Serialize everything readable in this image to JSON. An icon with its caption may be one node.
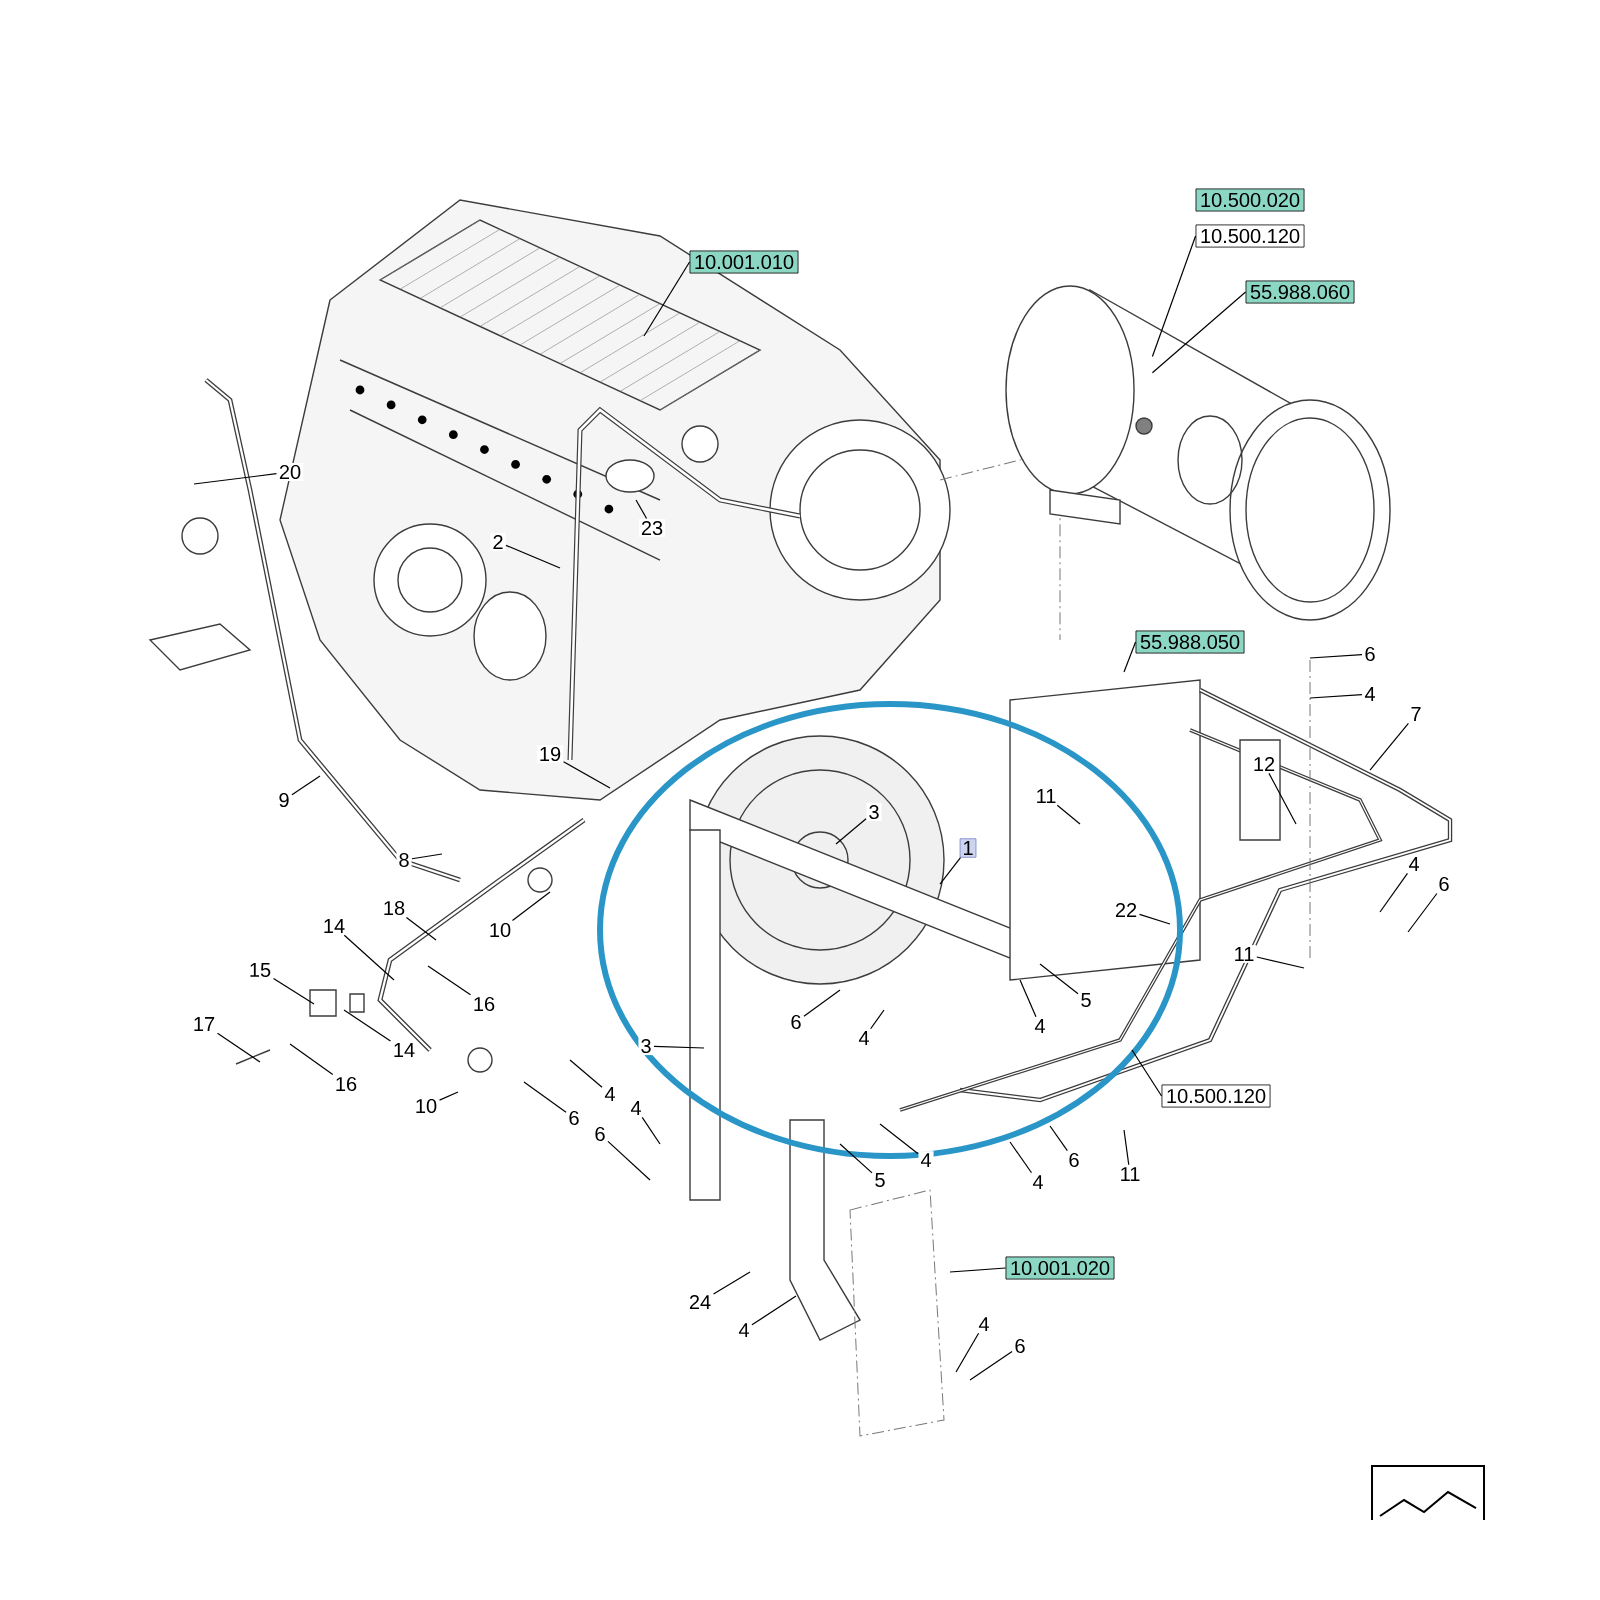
{
  "diagram": {
    "nodes": [
      {
        "text": [
          "10.001.010"
        ]
      },
      {
        "text": [
          "10.500.020"
        ]
      },
      {
        "text": [
          "10.500.120"
        ]
      },
      {
        "text": [
          "55.988.060"
        ]
      },
      {
        "text": [
          "20"
        ]
      },
      {
        "text": [
          "23"
        ]
      },
      {
        "text": [
          "2"
        ]
      },
      {
        "text": [
          "55.988.050"
        ]
      },
      {
        "text": [
          "6"
        ]
      },
      {
        "text": [
          "4"
        ]
      },
      {
        "text": [
          "7"
        ]
      },
      {
        "text": [
          "19"
        ]
      },
      {
        "text": [
          "12"
        ]
      },
      {
        "text": [
          "9"
        ]
      },
      {
        "text": [
          "11"
        ]
      },
      {
        "text": [
          "3"
        ]
      },
      {
        "text": [
          "1"
        ]
      },
      {
        "text": [
          "8"
        ]
      },
      {
        "text": [
          "4"
        ]
      },
      {
        "text": [
          "6"
        ]
      },
      {
        "text": [
          "22"
        ]
      },
      {
        "text": [
          "18"
        ]
      },
      {
        "text": [
          "14"
        ]
      },
      {
        "text": [
          "10"
        ]
      },
      {
        "text": [
          "11"
        ]
      },
      {
        "text": [
          "15"
        ]
      },
      {
        "text": [
          "5"
        ]
      },
      {
        "text": [
          "16"
        ]
      },
      {
        "text": [
          "6"
        ]
      },
      {
        "text": [
          "17"
        ]
      },
      {
        "text": [
          "4"
        ]
      },
      {
        "text": [
          "4"
        ]
      },
      {
        "text": [
          "3"
        ]
      },
      {
        "text": [
          "14"
        ]
      },
      {
        "text": [
          "16"
        ]
      },
      {
        "text": [
          "4"
        ]
      },
      {
        "text": [
          "10.500.120"
        ]
      },
      {
        "text": [
          "4"
        ]
      },
      {
        "text": [
          "10"
        ]
      },
      {
        "text": [
          "6"
        ]
      },
      {
        "text": [
          "6"
        ]
      },
      {
        "text": [
          "4"
        ]
      },
      {
        "text": [
          "6"
        ]
      },
      {
        "text": [
          "4"
        ]
      },
      {
        "text": [
          "11"
        ]
      },
      {
        "text": [
          "5"
        ]
      },
      {
        "text": [
          "10.001.020"
        ]
      },
      {
        "text": [
          "24"
        ]
      },
      {
        "text": [
          "4"
        ]
      },
      {
        "text": [
          "4"
        ]
      },
      {
        "text": [
          "6"
        ]
      },
      {
        "text": [],
        "shape": "picture"
      }
    ],
    "edges": [
      {
        "from": 0,
        "to": null,
        "arrow": "none"
      },
      {
        "from": 2,
        "to": 51,
        "arrow": "none"
      },
      {
        "from": 3,
        "to": 51,
        "arrow": "none"
      },
      {
        "from": 4,
        "to": null,
        "arrow": "none"
      },
      {
        "from": 5,
        "to": null,
        "arrow": "none"
      },
      {
        "from": 6,
        "to": null,
        "arrow": "none"
      },
      {
        "from": 7,
        "to": null,
        "arrow": "none"
      },
      {
        "from": 8,
        "to": null,
        "arrow": "none"
      },
      {
        "from": 9,
        "to": null,
        "arrow": "none"
      },
      {
        "from": 10,
        "to": null,
        "arrow": "none"
      },
      {
        "from": 11,
        "to": null,
        "arrow": "none"
      },
      {
        "from": 12,
        "to": null,
        "arrow": "none"
      },
      {
        "from": 13,
        "to": null,
        "arrow": "none"
      },
      {
        "from": 14,
        "to": null,
        "arrow": "none"
      },
      {
        "from": 15,
        "to": null,
        "arrow": "none"
      },
      {
        "from": 16,
        "to": null,
        "arrow": "none"
      },
      {
        "from": 17,
        "to": null,
        "arrow": "none"
      },
      {
        "from": 18,
        "to": null,
        "arrow": "none"
      },
      {
        "from": 19,
        "to": null,
        "arrow": "none"
      },
      {
        "from": 20,
        "to": null,
        "arrow": "none"
      },
      {
        "from": 21,
        "to": null,
        "arrow": "none"
      },
      {
        "from": 22,
        "to": null,
        "arrow": "none"
      },
      {
        "from": 23,
        "to": null,
        "arrow": "none"
      },
      {
        "from": 24,
        "to": null,
        "arrow": "none"
      },
      {
        "from": 25,
        "to": null,
        "arrow": "none"
      },
      {
        "from": 26,
        "to": null,
        "arrow": "none"
      },
      {
        "from": 27,
        "to": null,
        "arrow": "none"
      },
      {
        "from": 28,
        "to": null,
        "arrow": "none"
      },
      {
        "from": 29,
        "to": null,
        "arrow": "none"
      },
      {
        "from": 30,
        "to": null,
        "arrow": "none"
      },
      {
        "from": 31,
        "to": null,
        "arrow": "none"
      },
      {
        "from": 32,
        "to": null,
        "arrow": "none"
      },
      {
        "from": 33,
        "to": null,
        "arrow": "none"
      },
      {
        "from": 34,
        "to": null,
        "arrow": "none"
      },
      {
        "from": 35,
        "to": null,
        "arrow": "none"
      },
      {
        "from": 36,
        "to": null,
        "arrow": "none"
      },
      {
        "from": 37,
        "to": null,
        "arrow": "none"
      },
      {
        "from": 38,
        "to": null,
        "arrow": "none"
      },
      {
        "from": 39,
        "to": null,
        "arrow": "none"
      },
      {
        "from": 40,
        "to": null,
        "arrow": "none"
      },
      {
        "from": 41,
        "to": null,
        "arrow": "none"
      },
      {
        "from": 42,
        "to": null,
        "arrow": "none"
      },
      {
        "from": 43,
        "to": null,
        "arrow": "none"
      },
      {
        "from": 44,
        "to": null,
        "arrow": "none"
      },
      {
        "from": 45,
        "to": null,
        "arrow": "none"
      },
      {
        "from": 46,
        "to": null,
        "arrow": "none"
      },
      {
        "from": 47,
        "to": null,
        "arrow": "none"
      },
      {
        "from": 48,
        "to": null,
        "arrow": "none"
      },
      {
        "from": 49,
        "to": null,
        "arrow": "none"
      },
      {
        "from": 50,
        "to": null,
        "arrow": "none"
      }
    ]
  }
}
